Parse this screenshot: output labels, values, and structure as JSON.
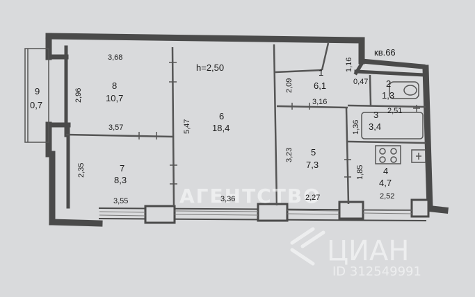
{
  "plan": {
    "height_label": "h=2,50",
    "apartment_label": "кв.66",
    "rooms": [
      {
        "number": "1",
        "area": "6,1"
      },
      {
        "number": "2",
        "area": "1,3"
      },
      {
        "number": "3",
        "area": "3,4"
      },
      {
        "number": "4",
        "area": "4,7"
      },
      {
        "number": "5",
        "area": "7,3"
      },
      {
        "number": "6",
        "area": "18,4"
      },
      {
        "number": "7",
        "area": "8,3"
      },
      {
        "number": "8",
        "area": "10,7"
      },
      {
        "number": "9",
        "area": "0,7"
      }
    ],
    "dimensions": [
      "3,68",
      "2,96",
      "3,57",
      "2,35",
      "3,55",
      "5,47",
      "3,36",
      "2,09",
      "1,16",
      "0,47",
      "3,16",
      "3,23",
      "2,27",
      "1,36",
      "2,51",
      "1,85",
      "2,52"
    ]
  },
  "watermark": {
    "brand": "ЦИАН",
    "id_text": "ID 312549991",
    "agency": "АГЕНТСТВО"
  },
  "colors": {
    "background": "#d9dadc",
    "wall": "#4a4a4a",
    "line": "#555555",
    "text": "#1c1c1c",
    "watermark": "#ffffff"
  }
}
